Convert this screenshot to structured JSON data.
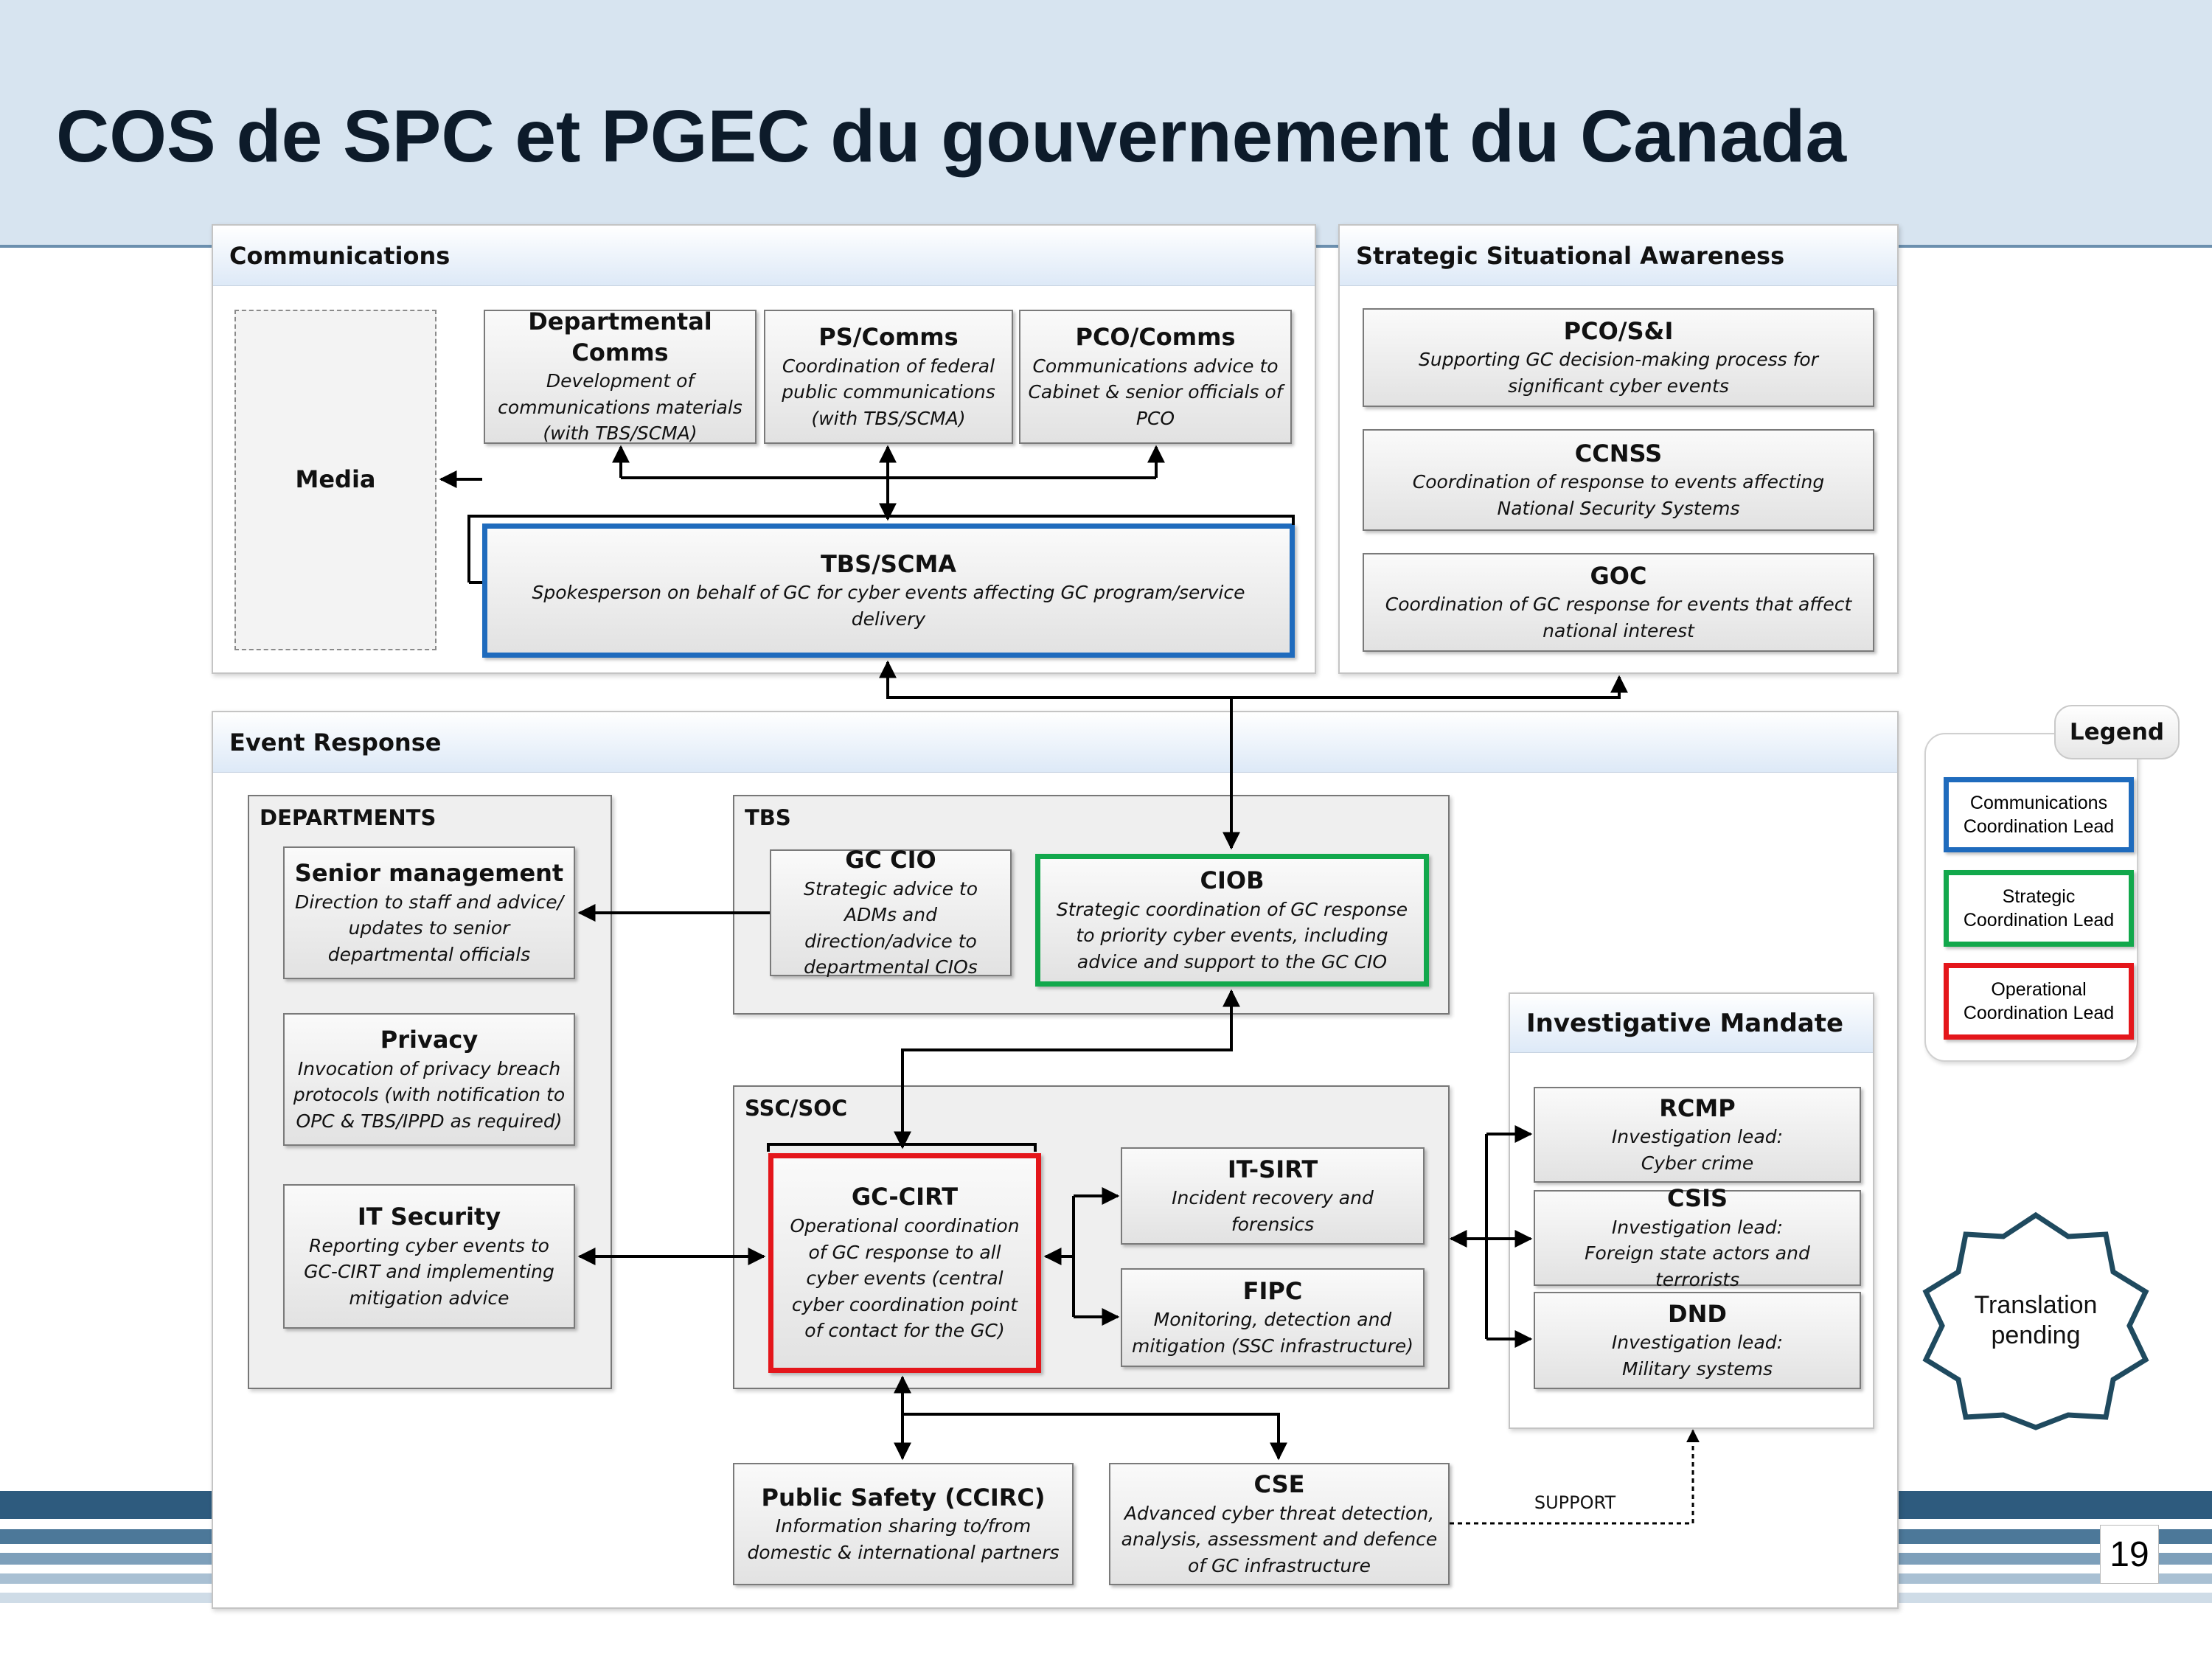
{
  "title": "COS de SPC et PGEC du gouvernement du Canada",
  "page_number": "19",
  "colors": {
    "communications_lead": "#1f6bbd",
    "strategic_lead": "#12a84c",
    "operational_lead": "#e4161b",
    "header_band": "#d7e4f0"
  },
  "communications": {
    "header": "Communications",
    "media": "Media",
    "departmental_comms": {
      "title": "Departmental Comms",
      "desc": "Development of communications materials (with TBS/SCMA)"
    },
    "ps_comms": {
      "title": "PS/Comms",
      "desc": "Coordination of federal public communications (with TBS/SCMA)"
    },
    "pco_comms": {
      "title": "PCO/Comms",
      "desc": "Communications advice to Cabinet & senior officials of PCO"
    },
    "tbs_scma": {
      "title": "TBS/SCMA",
      "desc": "Spokesperson on behalf of GC for cyber events affecting GC program/service delivery"
    }
  },
  "strategic": {
    "header": "Strategic Situational Awareness",
    "pco_si": {
      "title": "PCO/S&I",
      "desc": "Supporting GC decision-making process for significant cyber events"
    },
    "ccnss": {
      "title": "CCNSS",
      "desc": "Coordination of response to events affecting National Security Systems"
    },
    "goc": {
      "title": "GOC",
      "desc": "Coordination of GC response for events that affect national interest"
    }
  },
  "event_response": {
    "header": "Event Response",
    "departments": {
      "label": "DEPARTMENTS",
      "senior_management": {
        "title": "Senior management",
        "desc": "Direction to staff and advice/ updates to senior departmental officials"
      },
      "privacy": {
        "title": "Privacy",
        "desc": "Invocation of privacy breach protocols (with notification to OPC & TBS/IPPD as required)"
      },
      "it_security": {
        "title": "IT Security",
        "desc": "Reporting cyber events to GC-CIRT and implementing mitigation advice"
      }
    },
    "tbs": {
      "label": "TBS",
      "gc_cio": {
        "title": "GC CIO",
        "desc": "Strategic advice to ADMs and direction/advice to departmental CIOs"
      },
      "ciob": {
        "title": "CIOB",
        "desc": "Strategic coordination of GC response to priority cyber events, including advice and support to the GC CIO"
      }
    },
    "ssc_soc": {
      "label": "SSC/SOC",
      "gc_cirt": {
        "title": "GC-CIRT",
        "desc": "Operational coordination of GC response to all cyber events  (central cyber coordination point of contact for the GC)"
      },
      "it_sirt": {
        "title": "IT-SIRT",
        "desc": "Incident recovery and forensics"
      },
      "fipc": {
        "title": "FIPC",
        "desc": "Monitoring, detection and mitigation (SSC infrastructure)"
      }
    },
    "public_safety": {
      "title": "Public Safety (CCIRC)",
      "desc": "Information sharing to/from domestic & international partners"
    },
    "cse": {
      "title": "CSE",
      "desc": "Advanced cyber threat detection, analysis, assessment and defence of GC infrastructure"
    },
    "support_label": "SUPPORT"
  },
  "investigative": {
    "header": "Investigative Mandate",
    "rcmp": {
      "title": "RCMP",
      "desc_lead": "Investigation lead:",
      "desc": "Cyber crime"
    },
    "csis": {
      "title": "CSIS",
      "desc_lead": "Investigation lead:",
      "desc": "Foreign state actors and terrorists"
    },
    "dnd": {
      "title": "DND",
      "desc_lead": "Investigation lead:",
      "desc": "Military systems"
    }
  },
  "legend": {
    "title": "Legend",
    "items": [
      "Communications Coordination Lead",
      "Strategic Coordination Lead",
      "Operational Coordination Lead"
    ]
  },
  "translation_badge": "Translation pending"
}
